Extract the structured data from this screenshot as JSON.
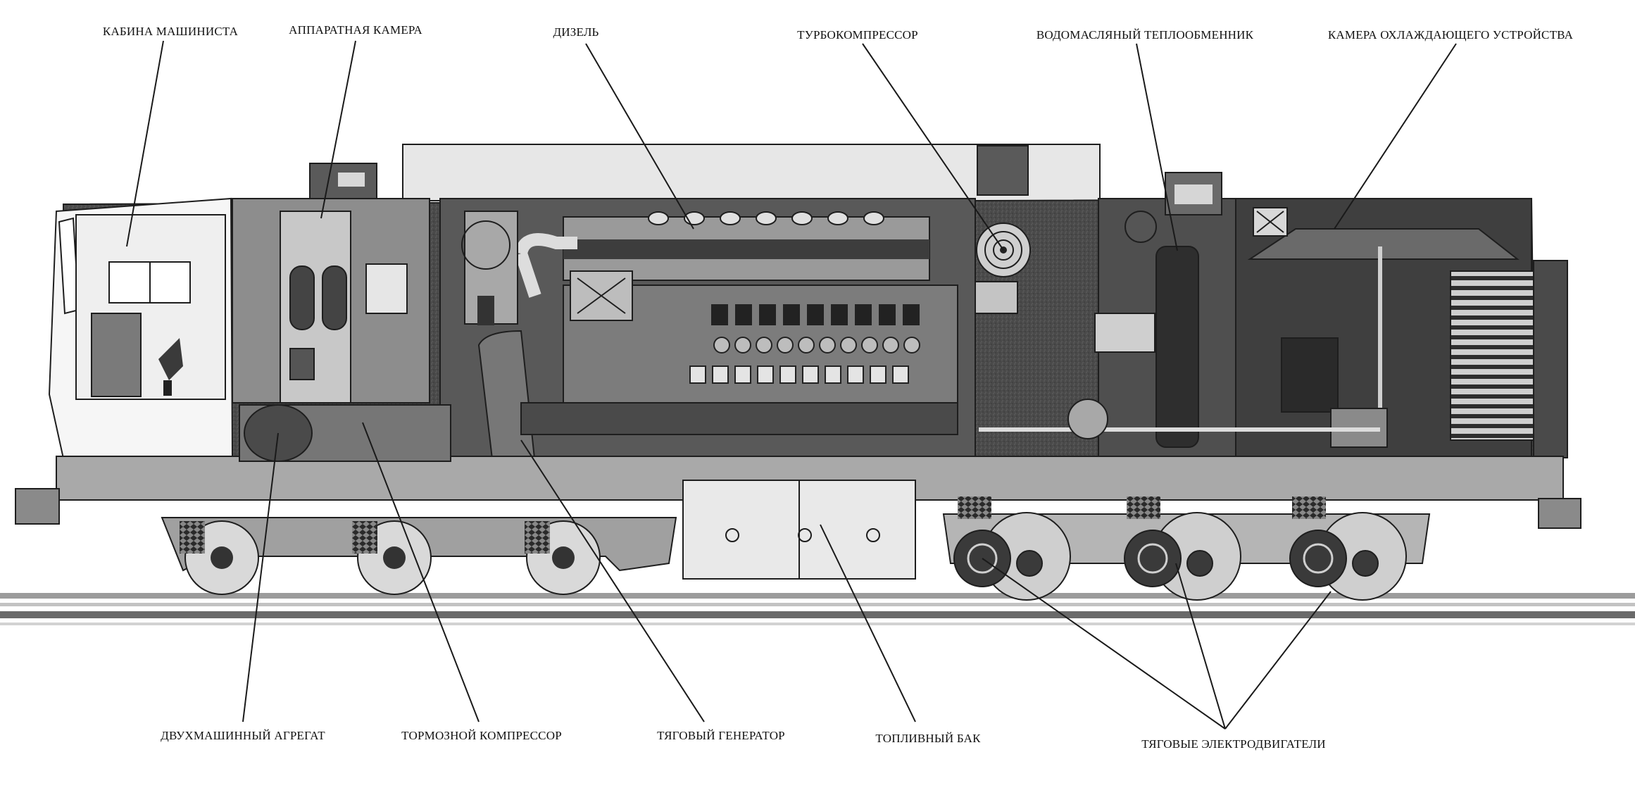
{
  "labels": {
    "cab": "КАБИНА МАШИНИСТА",
    "apparatus_chamber": "АППАРАТНАЯ КАМЕРА",
    "diesel": "ДИЗЕЛЬ",
    "turbocompressor": "ТУРБОКОМПРЕССОР",
    "oil_water_heat_exchanger": "ВОДОМАСЛЯНЫЙ ТЕПЛООБМЕННИК",
    "cooling_chamber": "КАМЕРА ОХЛАЖДАЮЩЕГО УСТРОЙСТВА",
    "two_machine_unit": "ДВУХМАШИННЫЙ АГРЕГАТ",
    "brake_compressor": "ТОРМОЗНОЙ КОМПРЕССОР",
    "traction_generator": "ТЯГОВЫЙ ГЕНЕРАТОР",
    "fuel_tank": "ТОПЛИВНЫЙ БАК",
    "traction_motors": "ТЯГОВЫЕ ЭЛЕКТРОДВИГАТЕЛИ"
  },
  "colors": {
    "ink": "#1e1e1e",
    "dark_fill": "#3a3a3a",
    "mid_fill": "#6e6e6e",
    "light_fill": "#b5b5b5",
    "paper": "#f4f4f4"
  }
}
